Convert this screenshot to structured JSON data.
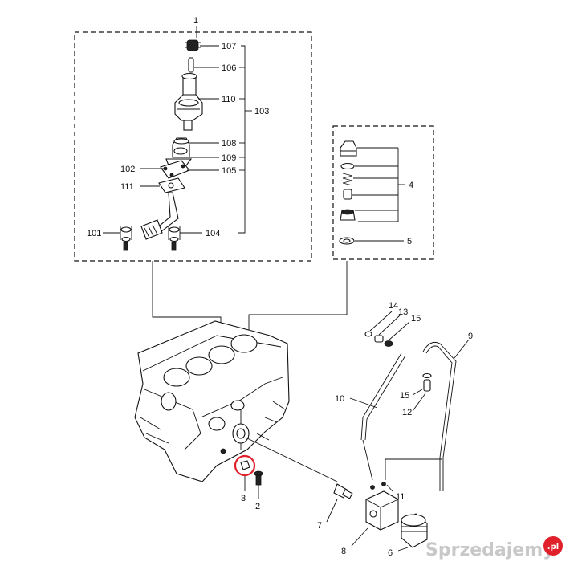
{
  "labels": {
    "l1": "1",
    "l2": "2",
    "l3": "3",
    "l4": "4",
    "l5": "5",
    "l6": "6",
    "l7": "7",
    "l8": "8",
    "l9": "9",
    "l10": "10",
    "l11": "11",
    "l12": "12",
    "l13": "13",
    "l14": "14",
    "l15a": "15",
    "l15b": "15",
    "l101": "101",
    "l102": "102",
    "l103": "103",
    "l104": "104",
    "l105": "105",
    "l106": "106",
    "l107": "107",
    "l108": "108",
    "l109": "109",
    "l110": "110",
    "l111": "111"
  },
  "watermark": {
    "text": "Sprzedajemy",
    "badge": ".pl"
  },
  "colors": {
    "highlight_circle": "#e0202a",
    "watermark_badge": "#e0202a",
    "line": "#111111"
  }
}
